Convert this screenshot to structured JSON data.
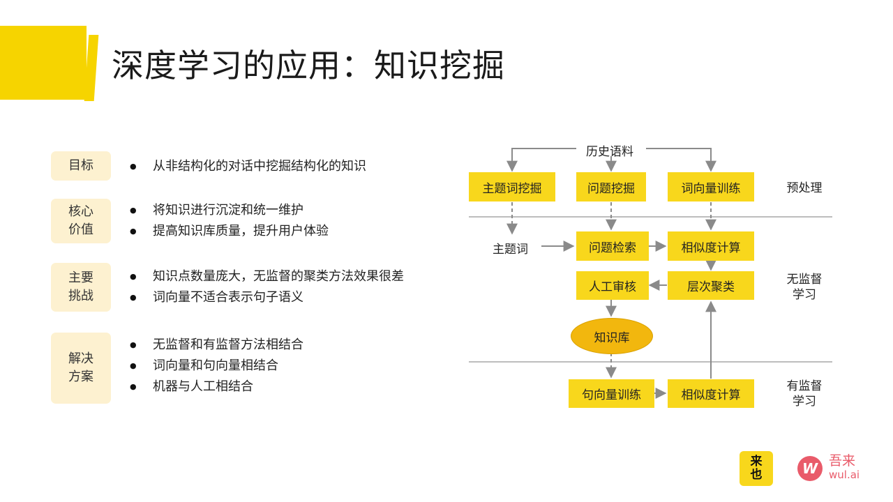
{
  "page": {
    "title": "深度学习的应用：知识挖掘",
    "accent_color": "#f6d400"
  },
  "sections": [
    {
      "label": "目标",
      "bullets": [
        "从非结构化的对话中挖掘结构化的知识"
      ]
    },
    {
      "label": "核心\n价值",
      "bullets": [
        "将知识进行沉淀和统一维护",
        "提高知识库质量，提升用户体验"
      ]
    },
    {
      "label": "主要\n挑战",
      "bullets": [
        "知识点数量庞大，无监督的聚类方法效果很差",
        "词向量不适合表示句子语义"
      ]
    },
    {
      "label": "解决\n方案",
      "bullets": [
        "无监督和有监督方法相结合",
        "词向量和句向量相结合",
        "机器与人工相结合"
      ]
    }
  ],
  "diagram": {
    "source": "历史语料",
    "nodes": {
      "topic_mining": "主题词挖掘",
      "question_mining": "问题挖掘",
      "word_vec_train": "词向量训练",
      "topic_word": "主题词",
      "question_retrieval": "问题检索",
      "similarity_1": "相似度计算",
      "manual_review": "人工审核",
      "hier_cluster": "层次聚类",
      "knowledge_base": "知识库",
      "sent_vec_train": "句向量训练",
      "similarity_2": "相似度计算"
    },
    "stages": {
      "preprocess": "预处理",
      "unsupervised": "无监督\n学习",
      "supervised": "有监督\n学习"
    },
    "node_color": "#f8d71c",
    "oval_color": "#f2b70e"
  },
  "logos": {
    "laiye": "来\n也",
    "wulai_name": "吾来",
    "wulai_domain": "wul.ai",
    "wulai_color": "#e95b6a"
  }
}
